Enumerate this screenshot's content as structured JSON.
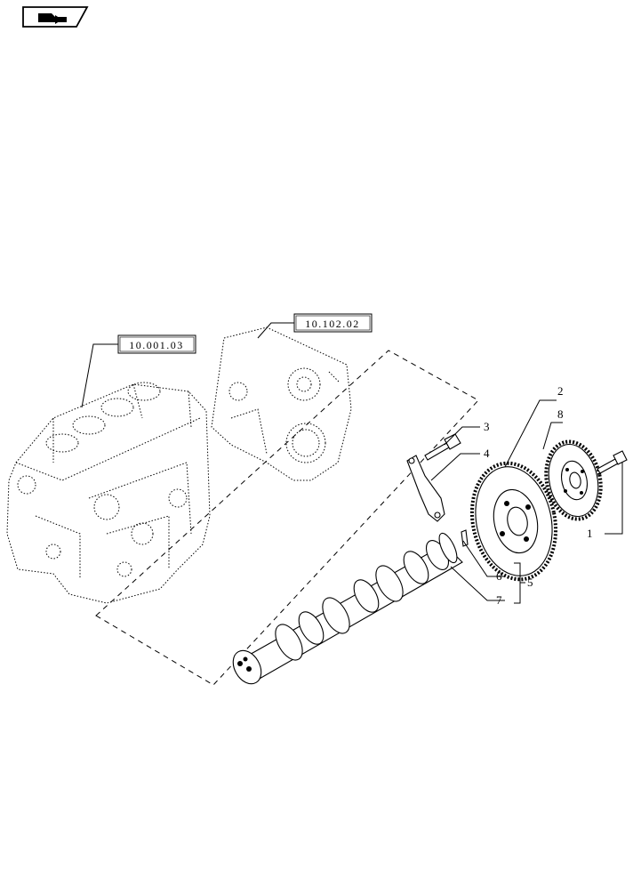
{
  "nav_icon": "book-arrow-icon",
  "references": {
    "engine_block": "10.001.03",
    "timing_cover": "10.102.02"
  },
  "callouts": {
    "c1": "1",
    "c2": "2",
    "c3": "3",
    "c4": "4",
    "c5": "5",
    "c6": "6",
    "c7": "7",
    "c8": "8"
  }
}
